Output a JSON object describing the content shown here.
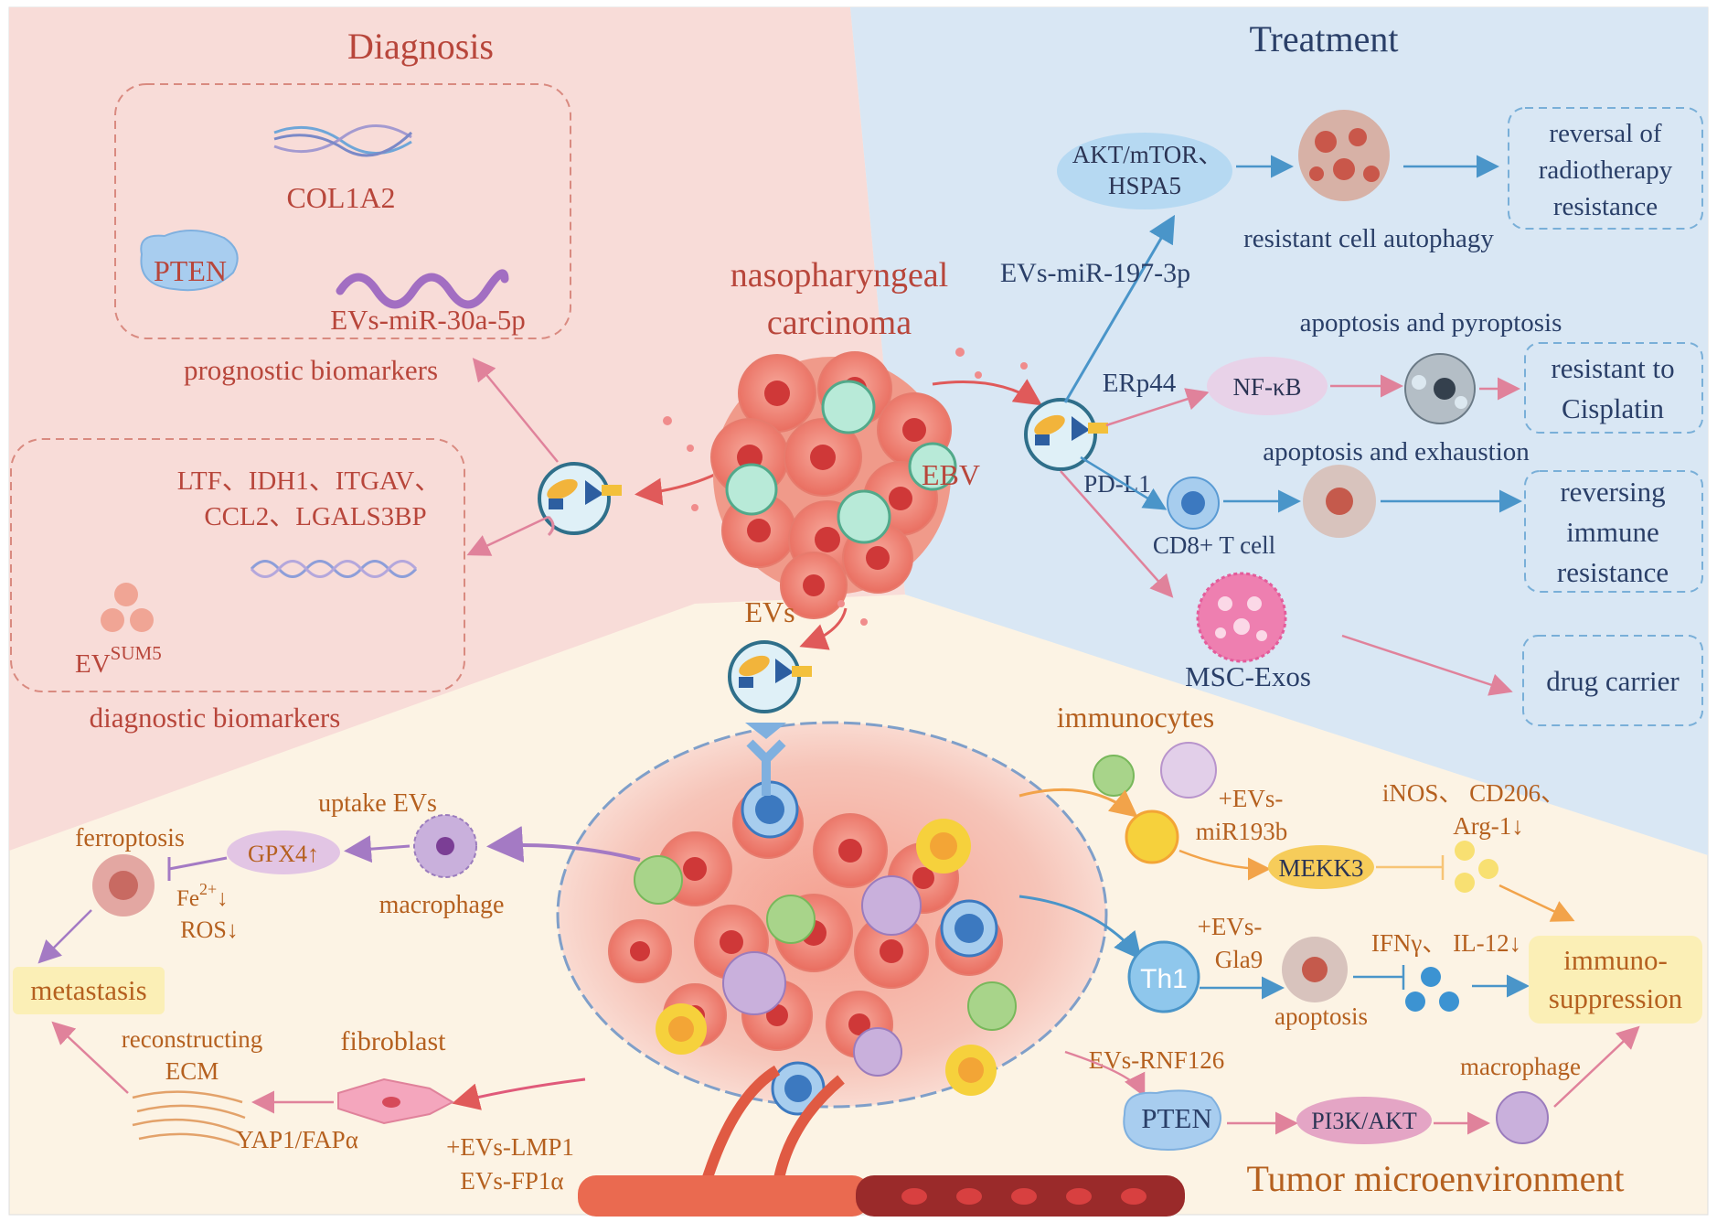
{
  "sections": {
    "diagnosis": "Diagnosis",
    "treatment": "Treatment",
    "tme": "Tumor microenvironment"
  },
  "center": {
    "title_line1": "nasopharyngeal",
    "title_line2": "carcinoma",
    "ebv": "EBV",
    "evs": "EVs"
  },
  "diagnosis": {
    "prognostic": {
      "col1a2": "COL1A2",
      "pten": "PTEN",
      "mirna": "EVs-miR-30a-5p",
      "label": "prognostic biomarkers"
    },
    "diagnostic": {
      "genes_line1": "LTF、IDH1、ITGAV、",
      "genes_line2": "CCL2、LGALS3BP",
      "ev_base": "EV",
      "ev_sup": "SUM5",
      "label": "diagnostic biomarkers"
    }
  },
  "treatment": {
    "akt_line1": "AKT/mTOR、",
    "akt_line2": "HSPA5",
    "mir197": "EVs-miR-197-3p",
    "autophagy": "resistant cell autophagy",
    "reversal_line1": "reversal of",
    "reversal_line2": "radiotherapy",
    "reversal_line3": "resistance",
    "apoptosis_pyroptosis": "apoptosis and pyroptosis",
    "erp44": "ERp44",
    "nfkb": "NF-κB",
    "cisplatin_line1": "resistant to",
    "cisplatin_line2": "Cisplatin",
    "apoptosis_exhaustion": "apoptosis and exhaustion",
    "pdl1": "PD-L1",
    "cd8": "CD8+ T cell",
    "immune_line1": "reversing",
    "immune_line2": "immune",
    "immune_line3": "resistance",
    "msc": "MSC-Exos",
    "drug": "drug carrier"
  },
  "tme": {
    "immunocytes": "immunocytes",
    "mir193b_line1": "+EVs-",
    "mir193b_line2": "miR193b",
    "inos_line1": "iNOS、 CD206、",
    "inos_line2": "Arg-1↓",
    "mekk3": "MEKK3",
    "gla9_line1": "+EVs-",
    "gla9_line2": "Gla9",
    "th1": "Th1",
    "ifn": "IFNγ、 IL-12↓",
    "apoptosis": "apoptosis",
    "immuno_line1": "immuno-",
    "immuno_line2": "suppression",
    "rnf126": "EVs-RNF126",
    "pten": "PTEN",
    "pi3k": "PI3K/AKT",
    "macrophage_right": "macrophage",
    "uptake": "uptake EVs",
    "macrophage_left": "macrophage",
    "gpx4": "GPX4↑",
    "ferroptosis": "ferroptosis",
    "fe_base": "Fe",
    "fe_sup": "2+",
    "fe_arrow": "↓",
    "ros": "ROS↓",
    "metastasis": "metastasis",
    "fibroblast": "fibroblast",
    "ecm_line1": "reconstructing",
    "ecm_line2": "ECM",
    "yap": "YAP1/FAPα",
    "lmp1": "+EVs-LMP1",
    "fp1": "EVs-FP1α"
  },
  "colors": {
    "diagnosis_bg": "#f8dcd8",
    "treatment_bg": "#d9e7f4",
    "tme_bg": "#fcf3e4",
    "red_text": "#b8463b",
    "navy_text": "#2a3f68",
    "brown_text": "#b5601f"
  }
}
